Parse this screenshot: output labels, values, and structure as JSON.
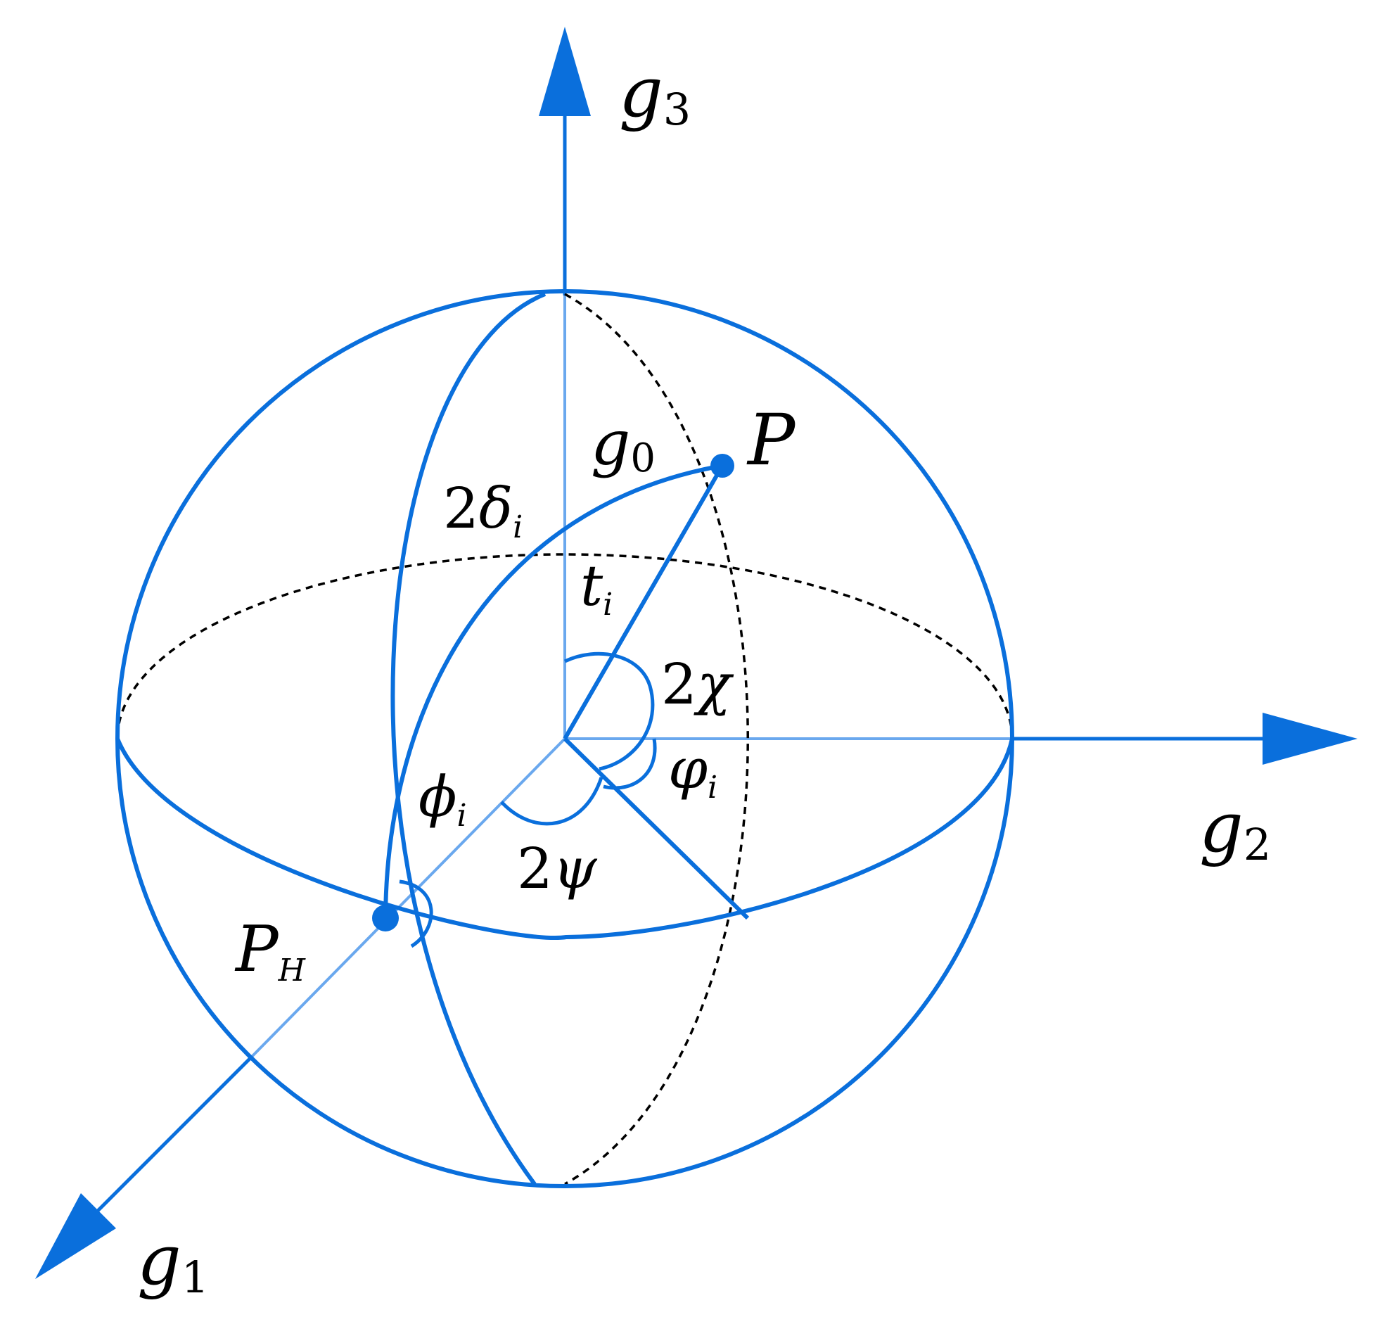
{
  "diagram": {
    "colors": {
      "accent": "#0a6fdc",
      "accent_light": "#6aa8ee",
      "dashed": "#000000",
      "text": "#000000"
    },
    "labels": {
      "g3": {
        "base": "g",
        "sub": "3"
      },
      "g2": {
        "base": "g",
        "sub": "2"
      },
      "g1": {
        "base": "g",
        "sub": "1"
      },
      "g0": {
        "base": "g",
        "sub": "0"
      },
      "P": {
        "base": "P"
      },
      "PH": {
        "base": "P",
        "sub": "H"
      },
      "two_delta": {
        "pre": "2",
        "base": "δ",
        "sub": "i"
      },
      "t": {
        "base": "t",
        "sub": "i"
      },
      "two_chi": {
        "pre": "2",
        "base": "χ"
      },
      "varphi": {
        "base": "φ",
        "sub": "i"
      },
      "phi": {
        "base": "ϕ",
        "sub": "i"
      },
      "two_psi": {
        "pre": "2",
        "base": "ψ"
      }
    }
  }
}
